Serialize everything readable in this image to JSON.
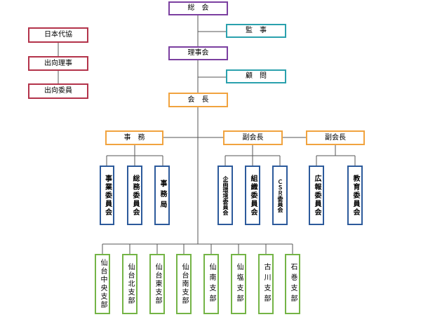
{
  "chart": {
    "general_meeting": "総　会",
    "auditor": "監　事",
    "board": "理事会",
    "advisor": "顧　問",
    "president": "会　長",
    "affiliation": [
      "日本代協",
      "出向理事",
      "出向委員"
    ],
    "office": {
      "label": "事　務",
      "units": [
        "事業委員会",
        "総務委員会",
        "事務局"
      ]
    },
    "vice_president_1": {
      "label": "副会長",
      "units": [
        "企画環境委員会",
        "組織委員会",
        "ＣＳＲ委員会"
      ]
    },
    "vice_president_2": {
      "label": "副会長",
      "units": [
        "広報委員会",
        "教育委員会"
      ]
    },
    "branches": [
      "仙台中央支部",
      "仙台北支部",
      "仙台東支部",
      "仙台南支部",
      "仙南支部",
      "仙塩支部",
      "古川支部",
      "石巻支部"
    ]
  },
  "colors": {
    "purple": "#7b3fa0",
    "teal": "#2aa1ad",
    "orange": "#f1a33e",
    "red": "#b3334a",
    "blue": "#2c5a9b",
    "green": "#74b446"
  }
}
